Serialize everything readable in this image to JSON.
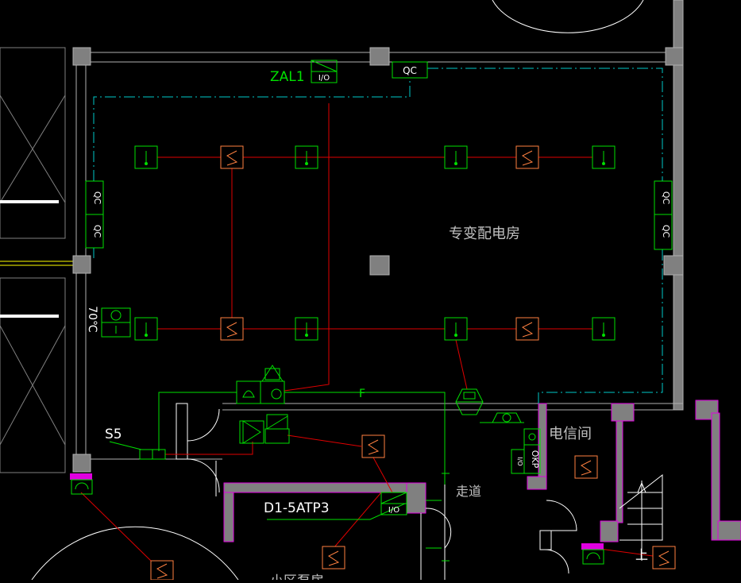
{
  "labels": {
    "panel_zal1": "ZAL1",
    "panel_io_top": "I/O",
    "qc_top": "QC",
    "qc_left_1": "QC",
    "qc_left_2": "QC",
    "qc_right_1": "QC",
    "qc_right_2": "QC",
    "room_main": "专变配电房",
    "temp_70": "70℃",
    "wire_f": "F",
    "s5": "S5",
    "d1_5atp3": "D1-5ATP3",
    "io_d1": "I/O",
    "room_electric": "电信间",
    "corridor": "走道",
    "okp": "OKP",
    "io_okp": "I/O",
    "stair_up": "上",
    "room_bottom": "小区泵房"
  },
  "colors": {
    "wall": "#808080",
    "wall_edge": "#b0b0b0",
    "cyan": "#00c8c8",
    "green": "#00e000",
    "red": "#e00000",
    "orange": "#ff8040",
    "magenta": "#e000e0",
    "yellow": "#ffff00",
    "white": "#ffffff",
    "text_gray": "#c0c0c0"
  }
}
